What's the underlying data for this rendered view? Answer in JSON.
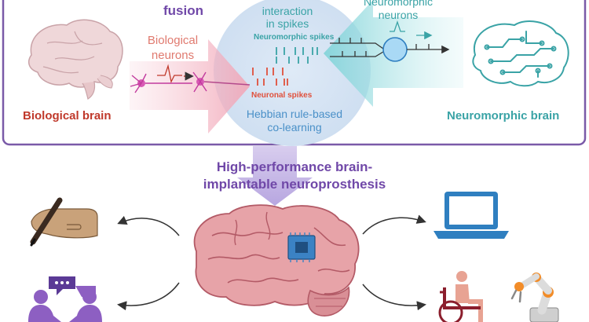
{
  "top_panel": {
    "fusion_label": "fusion",
    "interaction_label": [
      "interaction",
      "in spikes"
    ],
    "neuromorphic_neurons_label": [
      "Neuromorphic",
      "neurons"
    ],
    "biological_neurons_label": [
      "Biological",
      "neurons"
    ],
    "neuromorphic_spikes_label": "Neuromorphic spikes",
    "neuronal_spikes_label": "Neuronal spikes",
    "hebbian_label": [
      "Hebbian rule-based",
      "co-learning"
    ],
    "biological_brain_label": "Biological brain",
    "neuromorphic_brain_label": "Neuromorphic brain"
  },
  "bottom_panel": {
    "title_lines": [
      "High-performance brain-",
      "implantable neuroprosthesis"
    ]
  },
  "colors": {
    "purple": "#7048a8",
    "teal": "#3aa3a6",
    "red": "#c0392b",
    "salmon": "#e07a6f",
    "blue_text": "#4a90c8",
    "frame": "#7a5aa8"
  }
}
